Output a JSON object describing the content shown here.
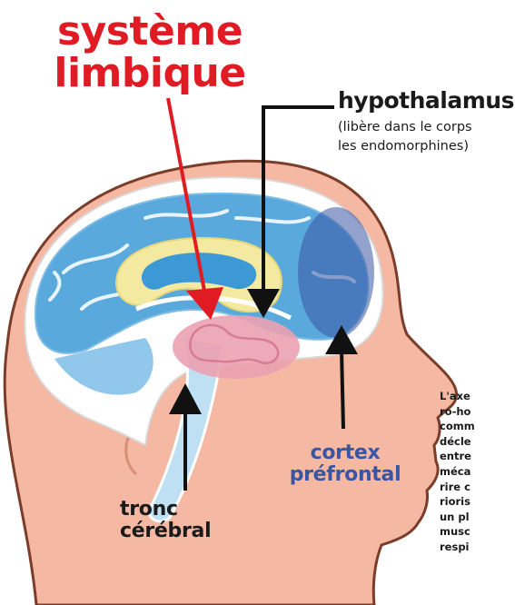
{
  "labels": {
    "title_line1": "système",
    "title_line2": "limbique",
    "hypothalamus": "hypothalamus",
    "hypothalamus_note_line1": "(libère dans le corps",
    "hypothalamus_note_line2": "les endomorphines)",
    "cortex_line1": "cortex",
    "cortex_line2": "préfrontal",
    "tronc_line1": "tronc",
    "tronc_line2": "cérébral"
  },
  "side_text": [
    "L'axe",
    "ro-ho",
    "comm",
    "décle",
    "entre",
    "méca",
    "rire c",
    "rioris",
    "un pl",
    "musc",
    "respi"
  ],
  "colors": {
    "title": "#e01b24",
    "cortex": "#3a55a4",
    "skin": "#f4b8a3",
    "head_outline": "#7a3d2a",
    "brain_blue": "#5aa9dc",
    "limbic_yellow": "#f4e9a0",
    "arrow_red": "#e01b24",
    "arrow_black": "#111111"
  }
}
